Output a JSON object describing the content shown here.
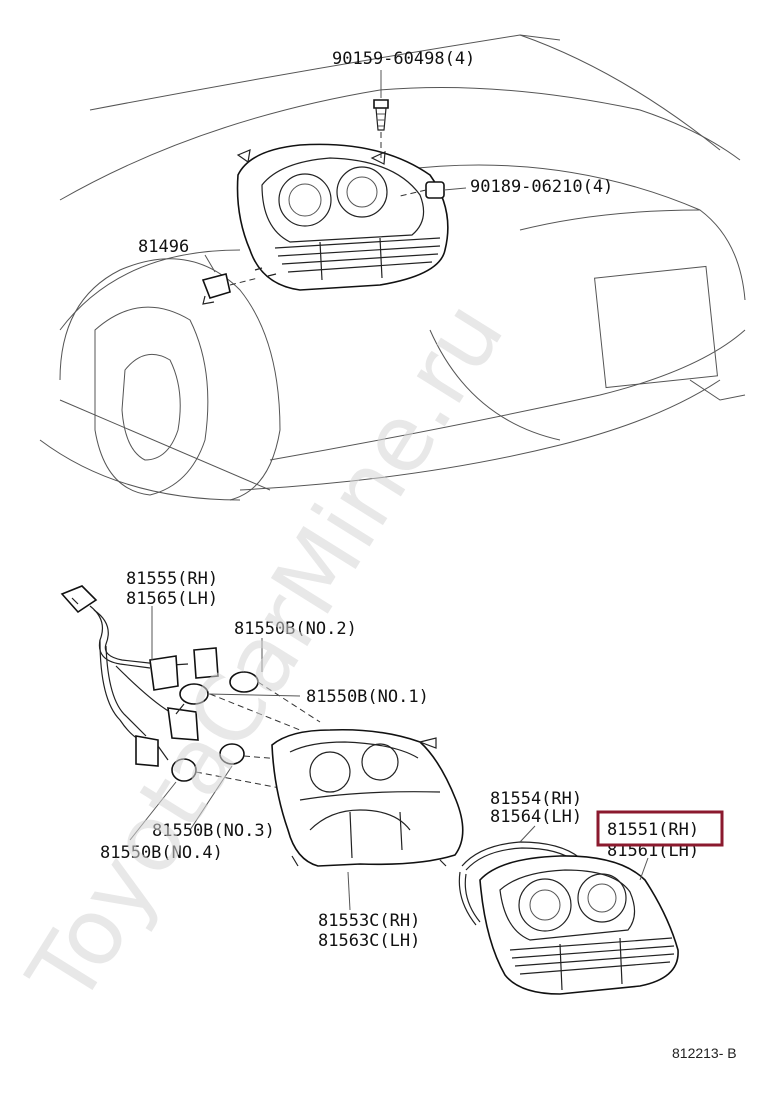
{
  "diagram": {
    "labels": {
      "screw": "90159-60498(4)",
      "nut": "90189-06210(4)",
      "clip": "81496",
      "socket_rh": "81555(RH)",
      "socket_lh": "81565(LH)",
      "bulb_no2": "81550B(NO.2)",
      "bulb_no1": "81550B(NO.1)",
      "bulb_no3": "81550B(NO.3)",
      "bulb_no4": "81550B(NO.4)",
      "gasket_rh": "81554(RH)",
      "gasket_lh": "81564(LH)",
      "lens_rh": "81551(RH)",
      "lens_lh": "81561(LH)",
      "housing_rh": "81553C(RH)",
      "housing_lh": "81563C(LH)"
    },
    "watermark": "ToyotaCarMine.ru",
    "reference": "812213- B",
    "highlight_color": "#8b1a2e"
  }
}
